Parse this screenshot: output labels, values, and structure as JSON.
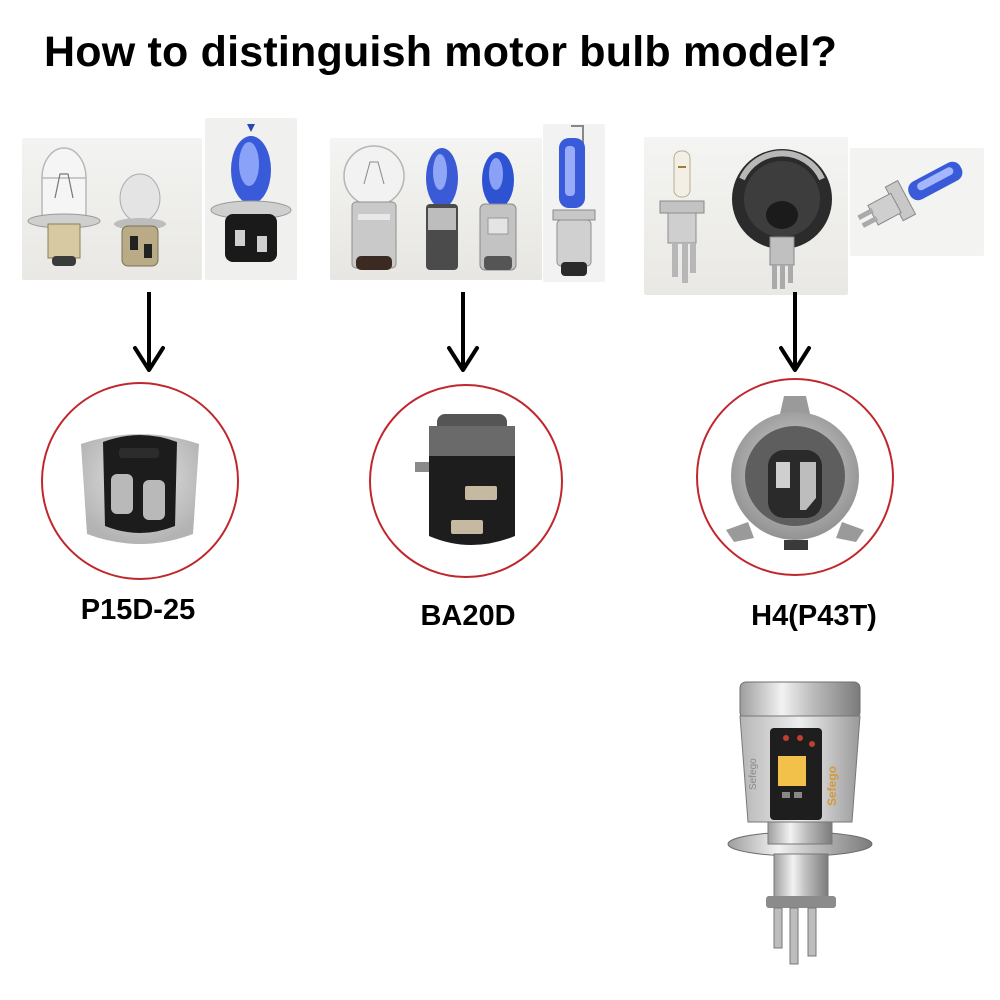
{
  "title": "How to distinguish motor bulb model?",
  "types": [
    {
      "label": "P15D-25"
    },
    {
      "label": "BA20D"
    },
    {
      "label": "H4(P43T)"
    }
  ],
  "colors": {
    "ring": "#c0272d",
    "arrow": "#000000",
    "blue_glass": "#3a5bd9",
    "chrome": "#c8c8c8",
    "base_black": "#1a1a1a"
  },
  "led_product": {
    "brand_text": "Sefego",
    "side_text": "Sefego"
  }
}
